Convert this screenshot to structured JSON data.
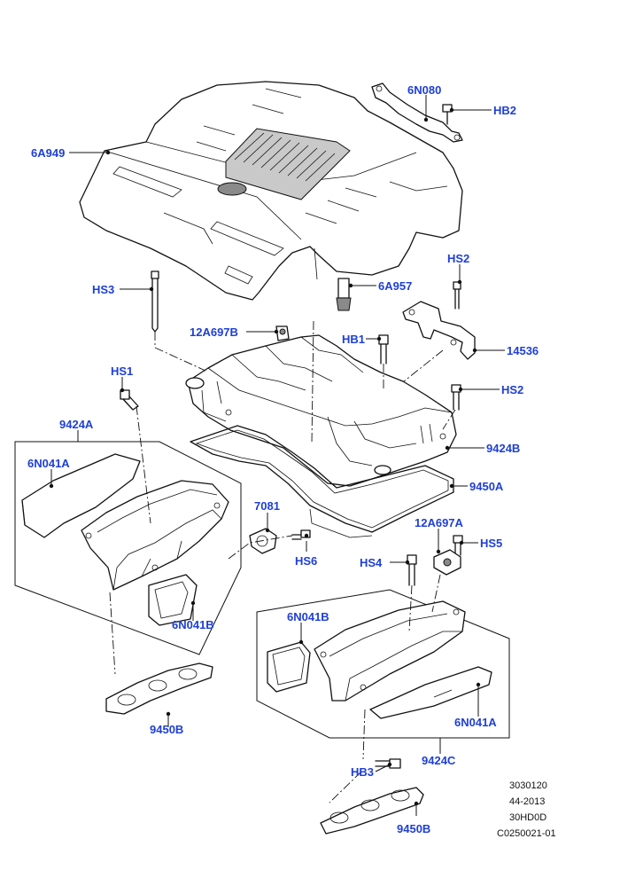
{
  "callouts": {
    "c6N080": "6N080",
    "cHB2": "HB2",
    "c6A949": "6A949",
    "cHS2a": "HS2",
    "cHS3": "HS3",
    "c6A957": "6A957",
    "c12A697B": "12A697B",
    "cHB1": "HB1",
    "c14536": "14536",
    "cHS1": "HS1",
    "cHS2b": "HS2",
    "c9424A": "9424A",
    "c9424B": "9424B",
    "c6N041A_left": "6N041A",
    "c9450A": "9450A",
    "c7081": "7081",
    "c12A697A": "12A697A",
    "cHS6": "HS6",
    "cHS4": "HS4",
    "cHS5": "HS5",
    "c6N041B_left": "6N041B",
    "c6N041B_right": "6N041B",
    "c9450B_left": "9450B",
    "c6N041A_right": "6N041A",
    "c9424C": "9424C",
    "cHB3": "HB3",
    "c9450B_right": "9450B"
  },
  "reference": {
    "line1": "3030120",
    "line2": "44-2013",
    "line3": "30HD0D",
    "line4": "C0250021-01"
  },
  "colors": {
    "callout": "#1e3fd6",
    "linework": "#111111"
  }
}
